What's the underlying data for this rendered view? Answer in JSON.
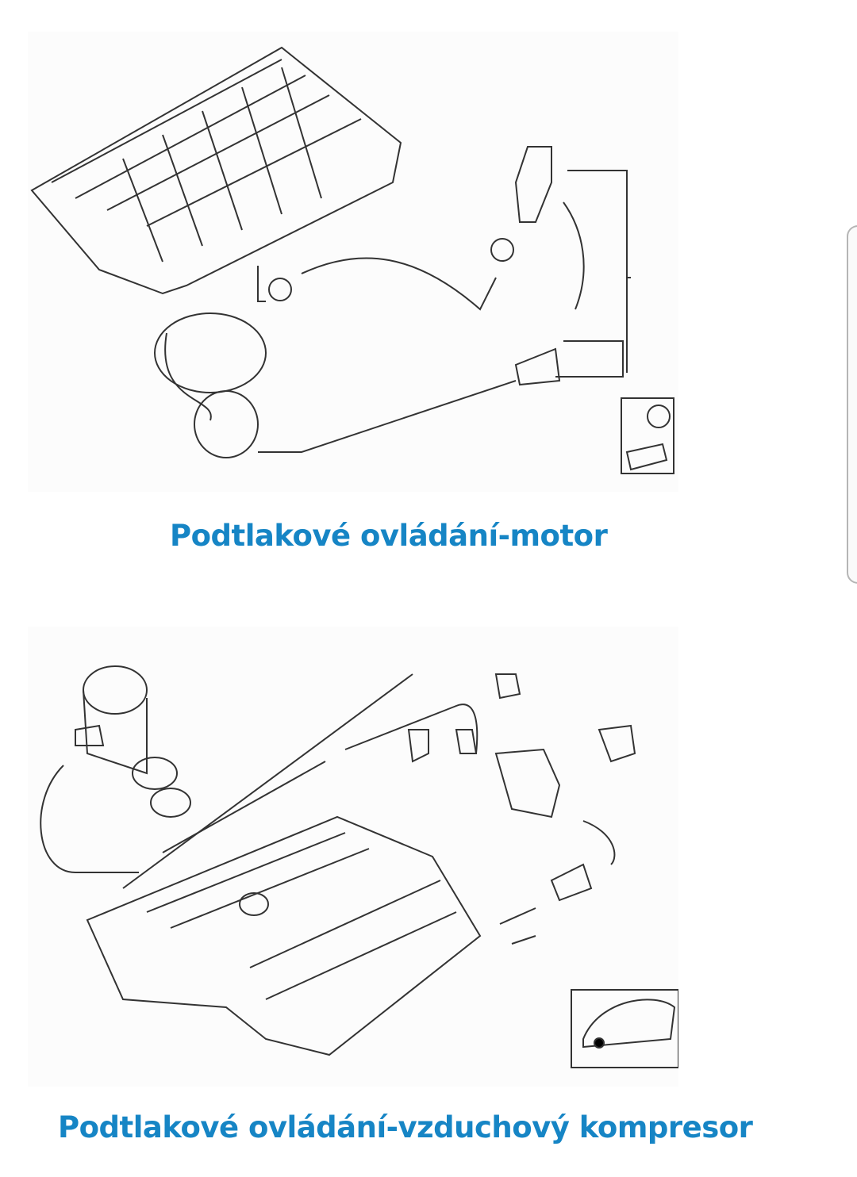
{
  "sections": [
    {
      "caption": "Podtlakové ovládání-motor",
      "diagram_icon": "intake-manifold-vacuum-diagram"
    },
    {
      "caption": "Podtlakové ovládání-vzduchový kompresor",
      "diagram_icon": "secondary-air-pump-vacuum-diagram"
    }
  ],
  "colors": {
    "caption": "#1685c5"
  }
}
